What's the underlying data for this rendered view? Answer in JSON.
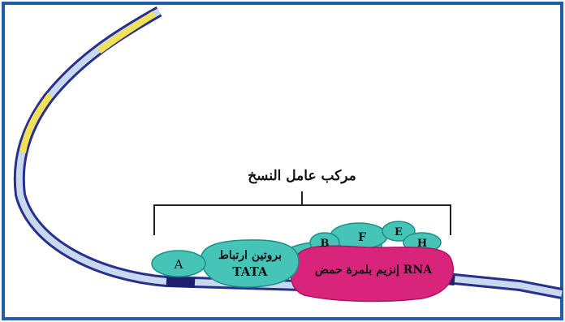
{
  "diagram": {
    "title": "مركب عامل النسخ",
    "proteins": {
      "A": "A",
      "tbp_line1": "بروتين ارتباط",
      "tbp_line2": "TATA",
      "B": "B",
      "F": "F",
      "E": "E",
      "H": "H",
      "polymerase": "إنزيم بلمرة حمض RNA"
    },
    "colors": {
      "frame": "#1f5fa8",
      "dna_outline": "#27308a",
      "dna_fill": "#c8d8ee",
      "dna_yellow": "#f1e05a",
      "dna_dark": "#1b1f6e",
      "teal": "#47c4b8",
      "teal_dark": "#1a8f86",
      "magenta": "#d8247a"
    }
  }
}
